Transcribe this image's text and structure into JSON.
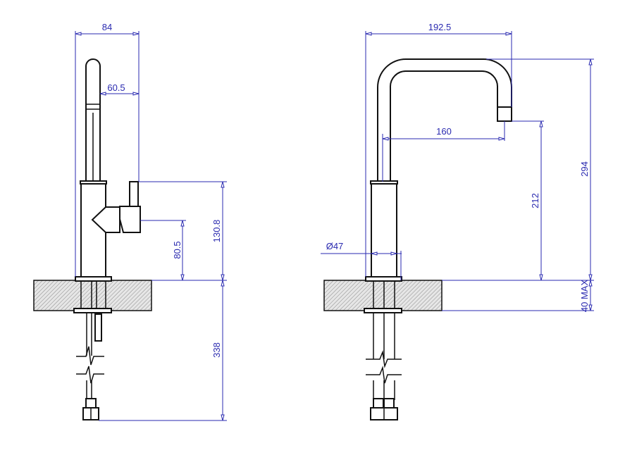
{
  "title": "Kitchen faucet dimension drawing",
  "side_view": {
    "dimensions": {
      "overall_width": "84",
      "spout_to_handle": "60.5",
      "handle_height": "130.8",
      "handle_axis_height": "80.5",
      "hose_length": "338"
    }
  },
  "front_view": {
    "dimensions": {
      "spout_reach_total": "192.5",
      "spout_reach": "160",
      "outlet_height": "212",
      "overall_height": "294",
      "body_diameter": "Ø47",
      "max_counter_thickness": "40 MAX"
    }
  },
  "colors": {
    "dimension": "#2a2ab0",
    "outline": "#111111"
  }
}
